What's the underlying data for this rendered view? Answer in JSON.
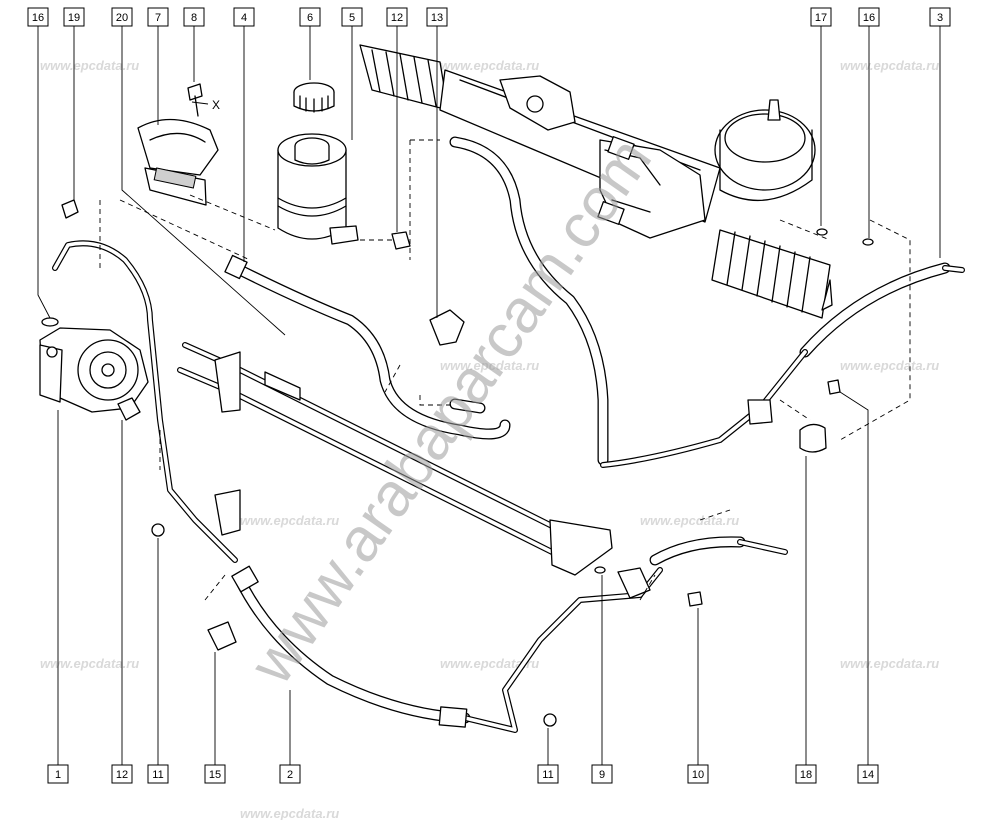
{
  "watermark": {
    "small_text": "www.epcdata.ru",
    "large_text": "www.arabaparcam.com"
  },
  "marker": {
    "x_label": "X"
  },
  "callouts_top": [
    {
      "id": "16"
    },
    {
      "id": "19"
    },
    {
      "id": "20"
    },
    {
      "id": "7"
    },
    {
      "id": "8"
    },
    {
      "id": "4"
    },
    {
      "id": "6"
    },
    {
      "id": "5"
    },
    {
      "id": "12"
    },
    {
      "id": "13"
    },
    {
      "id": "17"
    },
    {
      "id": "16"
    },
    {
      "id": "3"
    }
  ],
  "callouts_bottom": [
    {
      "id": "1"
    },
    {
      "id": "12"
    },
    {
      "id": "11"
    },
    {
      "id": "15"
    },
    {
      "id": "2"
    },
    {
      "id": "11"
    },
    {
      "id": "9"
    },
    {
      "id": "10"
    },
    {
      "id": "18"
    },
    {
      "id": "14"
    }
  ]
}
